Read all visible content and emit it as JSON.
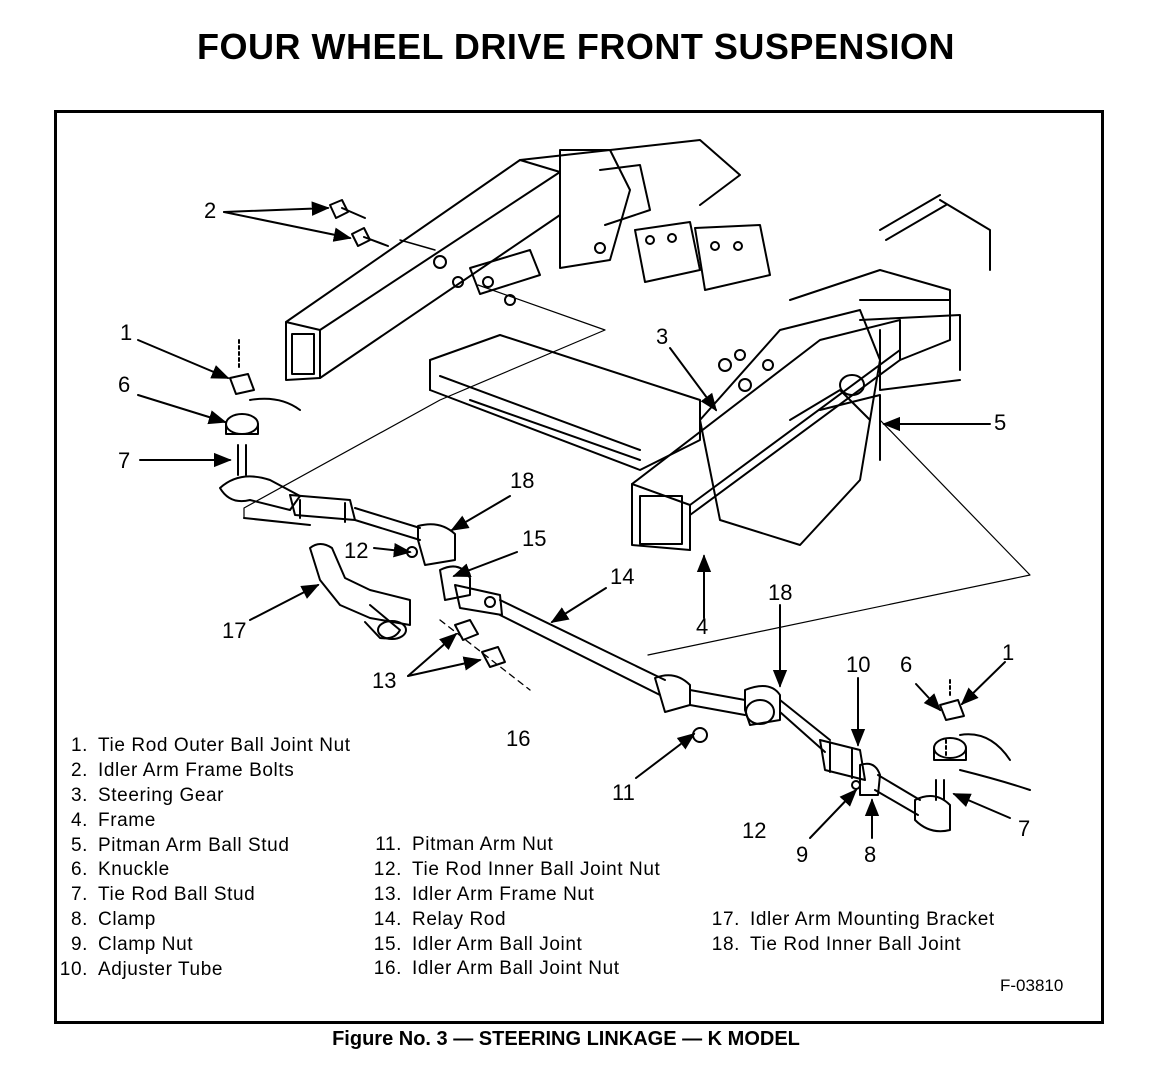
{
  "title": "FOUR WHEEL DRIVE FRONT SUSPENSION",
  "caption": "Figure No. 3 — STEERING LINKAGE — K MODEL",
  "figure_code": "F-03810",
  "callouts": {
    "c2": "2",
    "c1a": "1",
    "c6a": "6",
    "c7a": "7",
    "c3": "3",
    "c5": "5",
    "c18a": "18",
    "c12a": "12",
    "c15": "15",
    "c14": "14",
    "c17": "17",
    "c4": "4",
    "c18b": "18",
    "c10": "10",
    "c6b": "6",
    "c1b": "1",
    "c13": "13",
    "c16": "16",
    "c11": "11",
    "c12b": "12",
    "c9": "9",
    "c8": "8",
    "c7b": "7"
  },
  "legend_col1": [
    {
      "num": "1.",
      "text": "Tie Rod Outer Ball Joint Nut"
    },
    {
      "num": "2.",
      "text": "Idler Arm Frame Bolts"
    },
    {
      "num": "3.",
      "text": "Steering Gear"
    },
    {
      "num": "4.",
      "text": "Frame"
    },
    {
      "num": "5.",
      "text": "Pitman Arm Ball Stud"
    },
    {
      "num": "6.",
      "text": "Knuckle"
    },
    {
      "num": "7.",
      "text": "Tie Rod Ball Stud"
    },
    {
      "num": "8.",
      "text": "Clamp"
    },
    {
      "num": "9.",
      "text": "Clamp Nut"
    },
    {
      "num": "10.",
      "text": "Adjuster Tube"
    }
  ],
  "legend_col2": [
    {
      "num": "11.",
      "text": "Pitman Arm Nut"
    },
    {
      "num": "12.",
      "text": "Tie Rod Inner Ball Joint Nut"
    },
    {
      "num": "13.",
      "text": "Idler Arm Frame Nut"
    },
    {
      "num": "14.",
      "text": "Relay Rod"
    },
    {
      "num": "15.",
      "text": "Idler Arm Ball Joint"
    },
    {
      "num": "16.",
      "text": "Idler Arm Ball Joint Nut"
    }
  ],
  "legend_col3": [
    {
      "num": "17.",
      "text": "Idler Arm Mounting Bracket"
    },
    {
      "num": "18.",
      "text": "Tie Rod Inner Ball Joint"
    }
  ]
}
